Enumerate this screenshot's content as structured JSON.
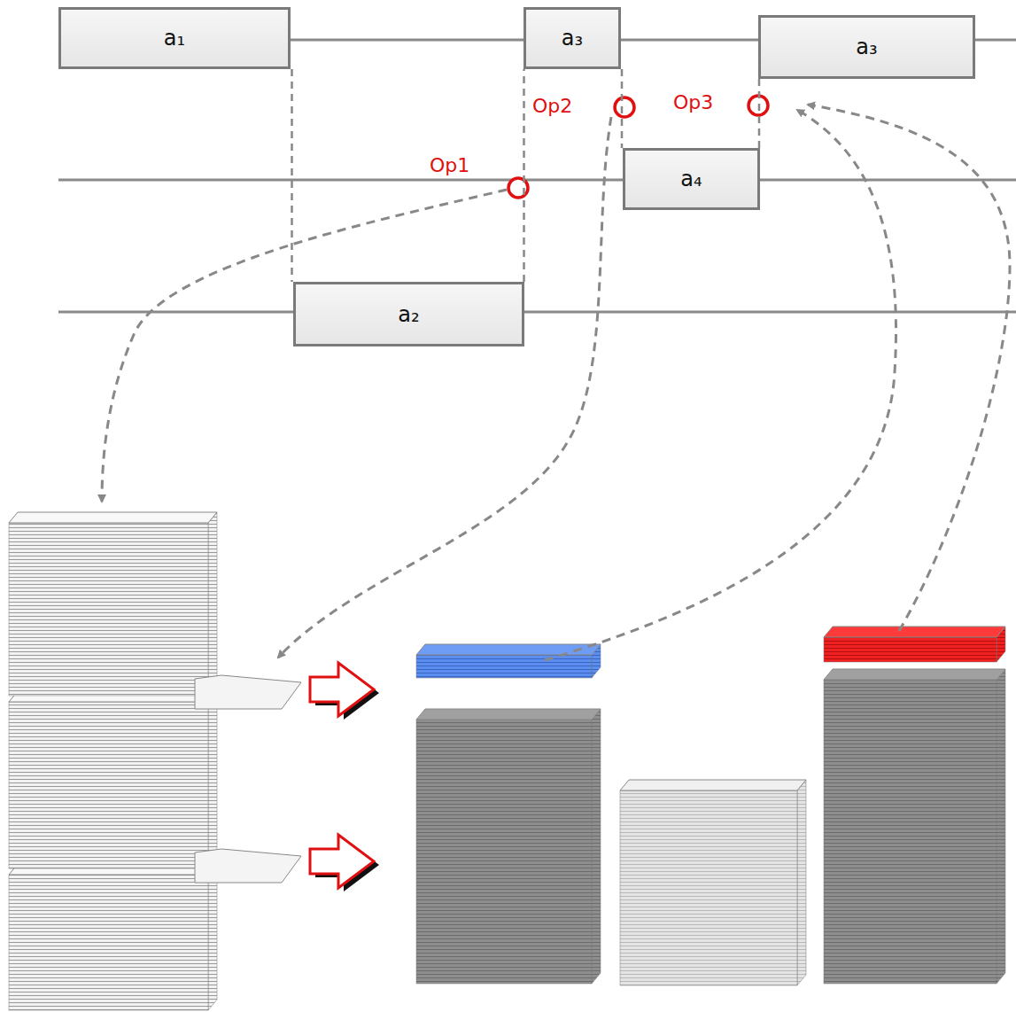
{
  "diagram": {
    "nodes": [
      {
        "text": [
          "a₁"
        ]
      },
      {
        "text": [
          "a₃"
        ]
      },
      {
        "text": [
          "a₃"
        ]
      },
      {
        "text": [
          "a₄"
        ]
      },
      {
        "text": [
          "a₂"
        ]
      }
    ],
    "edges": [
      {
        "from": 0,
        "to": 4,
        "arrow": "none"
      },
      {
        "from": 4,
        "to": 1,
        "arrow": "none"
      },
      {
        "from": 1,
        "to": 3,
        "arrow": "none"
      },
      {
        "from": 3,
        "to": 2,
        "arrow": "none"
      }
    ],
    "labels": [
      "Op1",
      "Op2",
      "Op3"
    ]
  }
}
